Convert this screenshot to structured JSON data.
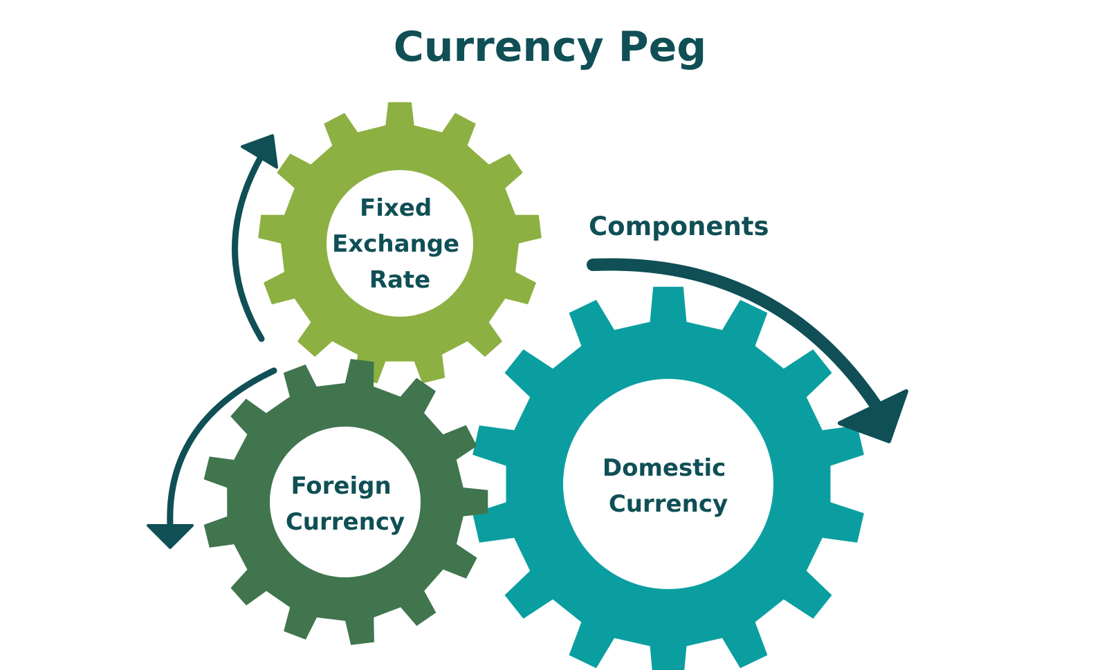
{
  "title": "Currency Peg",
  "components_label": "Components",
  "gears": {
    "fixed_exchange_rate": {
      "lines": [
        "Fixed",
        "Exchange",
        "Rate"
      ],
      "color": "#8db042"
    },
    "foreign_currency": {
      "lines": [
        "Foreign",
        "Currency"
      ],
      "color": "#40754e"
    },
    "domestic_currency": {
      "lines": [
        "Domestic",
        "Currency"
      ],
      "color": "#0b9ea0"
    }
  },
  "colors": {
    "text": "#0f4f55",
    "arrow": "#0f4f55",
    "background": "#ffffff"
  }
}
